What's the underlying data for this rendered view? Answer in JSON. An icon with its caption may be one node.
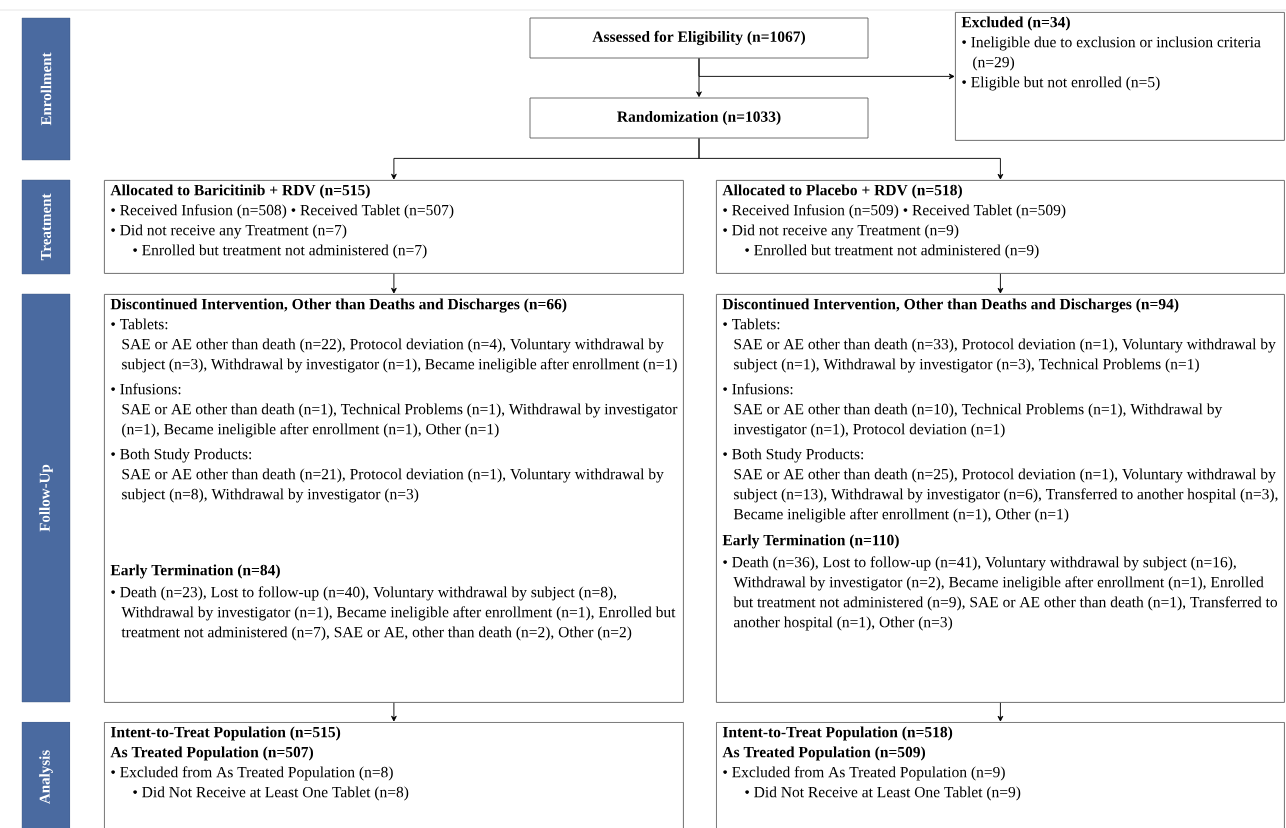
{
  "diagram": {
    "nodes": [
      {
        "text": [
          "Enrollment"
        ]
      },
      {
        "text": [
          "Treatment"
        ]
      },
      {
        "text": [
          "Follow-Up"
        ]
      },
      {
        "text": [
          "Analysis"
        ]
      },
      {
        "text": [
          "Assessed for Eligibility (n=1067)"
        ]
      },
      {
        "text": [
          "Excluded (n=34)",
          "• Ineligible due to exclusion or inclusion criteria (n=29)",
          "• Eligible but not enrolled (n=5)"
        ]
      },
      {
        "text": [
          "Randomization (n=1033)"
        ]
      },
      {
        "text": [
          "Allocated to Baricitinib + RDV (n=515)",
          "• Received Infusion (n=508) • Received Tablet (n=507)",
          "• Did not receive any Treatment (n=7)",
          "• Enrolled but treatment not administered (n=7)"
        ]
      },
      {
        "text": [
          "Allocated to Placebo + RDV (n=518)",
          "• Received Infusion (n=509) • Received Tablet (n=509)",
          "• Did not receive any Treatment (n=9)",
          "• Enrolled but treatment not administered (n=9)"
        ]
      },
      {
        "text": [
          "Discontinued Intervention, Other than Deaths and Discharges (n=66)",
          "• Tablets:",
          "SAE or AE other than death (n=22), Protocol deviation (n=4), Voluntary withdrawal by subject (n=3), Withdrawal by investigator (n=1), Became ineligible after enrollment (n=1)",
          "• Infusions:",
          "SAE or AE other than death (n=1), Technical Problems (n=1), Withdrawal by investigator (n=1), Became ineligible after enrollment (n=1), Other (n=1)",
          "• Both Study Products:",
          "SAE or AE other than death (n=21), Protocol deviation (n=1), Voluntary withdrawal by subject (n=8), Withdrawal by investigator (n=3)",
          "Early Termination (n=84)",
          "• Death (n=23), Lost to follow-up (n=40), Voluntary withdrawal by subject (n=8), Withdrawal by investigator (n=1), Became ineligible after enrollment (n=1), Enrolled but treatment not administered (n=7), SAE or AE, other than death (n=2), Other (n=2)"
        ]
      },
      {
        "text": [
          "Discontinued Intervention, Other than Deaths and Discharges (n=94)",
          "• Tablets:",
          "SAE or AE other than death (n=33), Protocol deviation (n=1), Voluntary withdrawal by subject (n=1), Withdrawal by investigator (n=3), Technical Problems (n=1)",
          "• Infusions:",
          "SAE or AE other than death (n=10), Technical Problems (n=1), Withdrawal by investigator (n=1), Protocol deviation (n=1)",
          "• Both Study Products:",
          "SAE or AE other than death (n=25), Protocol deviation (n=1), Voluntary withdrawal by subject (n=13), Withdrawal by investigator (n=6), Transferred to another hospital (n=3), Became ineligible after enrollment (n=1), Other (n=1)",
          "Early Termination (n=110)",
          "• Death (n=36), Lost to follow-up (n=41), Voluntary withdrawal by subject (n=16), Withdrawal by investigator (n=2), Became ineligible after enrollment (n=1), Enrolled but treatment not administered (n=9), SAE or AE other than death (n=1), Transferred to another hospital (n=1), Other (n=3)"
        ]
      },
      {
        "text": [
          "Intent-to-Treat Population (n=515)",
          "As Treated Population (n=507)",
          "• Excluded from As Treated Population (n=8)",
          "• Did Not Receive at Least One Tablet (n=8)"
        ]
      },
      {
        "text": [
          "Intent-to-Treat Population (n=518)",
          "As Treated Population (n=509)",
          "• Excluded from As Treated Population (n=9)",
          "• Did Not Receive at Least One Tablet (n=9)"
        ]
      }
    ],
    "edges": [
      {
        "from": 4,
        "to": 6,
        "arrow": "to"
      },
      {
        "from": 4,
        "to": 5,
        "arrow": "to"
      },
      {
        "from": 6,
        "to": 7,
        "arrow": "to"
      },
      {
        "from": 6,
        "to": 8,
        "arrow": "to"
      },
      {
        "from": 7,
        "to": 9,
        "arrow": "to"
      },
      {
        "from": 8,
        "to": 10,
        "arrow": "to"
      },
      {
        "from": 9,
        "to": 11,
        "arrow": "to"
      },
      {
        "from": 10,
        "to": 12,
        "arrow": "to"
      }
    ]
  }
}
